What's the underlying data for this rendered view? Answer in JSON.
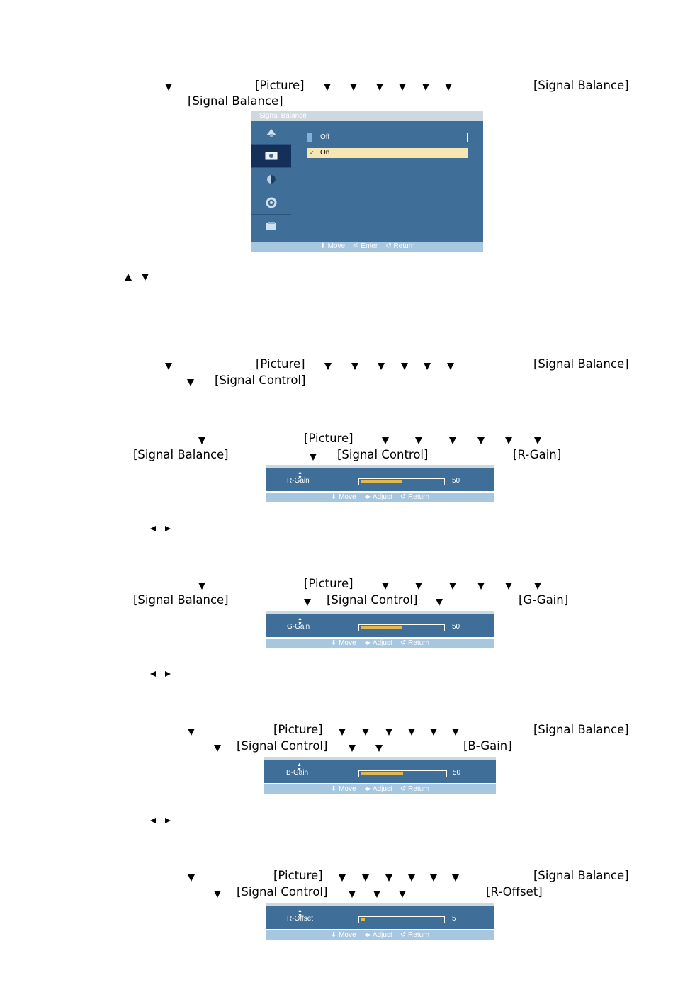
{
  "labels": {
    "picture": "[Picture]",
    "signal_balance": "[Signal Balance]",
    "signal_control": "[Signal Control]",
    "r_gain": "[R-Gain]",
    "g_gain": "[G-Gain]",
    "b_gain": "[B-Gain]",
    "r_offset": "[R-Offset]"
  },
  "signal_balance_menu": {
    "title": "Signal Balance",
    "options": [
      "Off",
      "On"
    ],
    "selected": "On",
    "footer": [
      "Move",
      "Enter",
      "Return"
    ],
    "side_icons": [
      "input-icon",
      "picture-icon",
      "sound-icon",
      "setup-icon",
      "multi-control-icon"
    ]
  },
  "adjust_footer": [
    "Move",
    "Adjust",
    "Return"
  ],
  "sliders": [
    {
      "label": "R-Gain",
      "value": "50",
      "level": 0.5
    },
    {
      "label": "G-Gain",
      "value": "50",
      "level": 0.5
    },
    {
      "label": "B-Gain",
      "value": "50",
      "level": 0.5
    },
    {
      "label": "R-Offset",
      "value": "5",
      "level": 0.05
    }
  ]
}
